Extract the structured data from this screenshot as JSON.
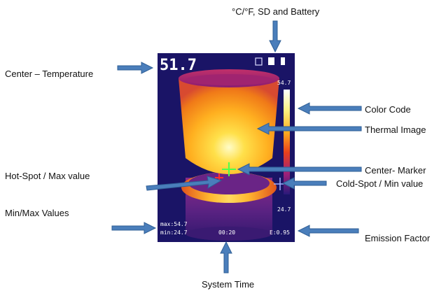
{
  "labels": {
    "top": "°C/°F, SD and Battery",
    "center_temperature": "Center – Temperature",
    "color_code": "Color Code",
    "thermal_image": "Thermal Image",
    "center_marker": "Center- Marker",
    "hot_spot": "Hot-Spot / Max value",
    "cold_spot": "Cold-Spot / Min value",
    "min_max_values": "Min/Max Values",
    "emission_factor": "Emission Factor",
    "system_time": "System Time"
  },
  "screen": {
    "center_temp": "51.7",
    "scale_max": "54.7",
    "scale_min": "24.7",
    "max_line": "max:54.7",
    "min_line": "min:24.7",
    "time": "00:20",
    "emissivity": "E:0.95"
  },
  "colors": {
    "arrow": "#4a7ebb",
    "arrow_stroke": "#2f5f96",
    "screen_bg": "#1a1466"
  }
}
